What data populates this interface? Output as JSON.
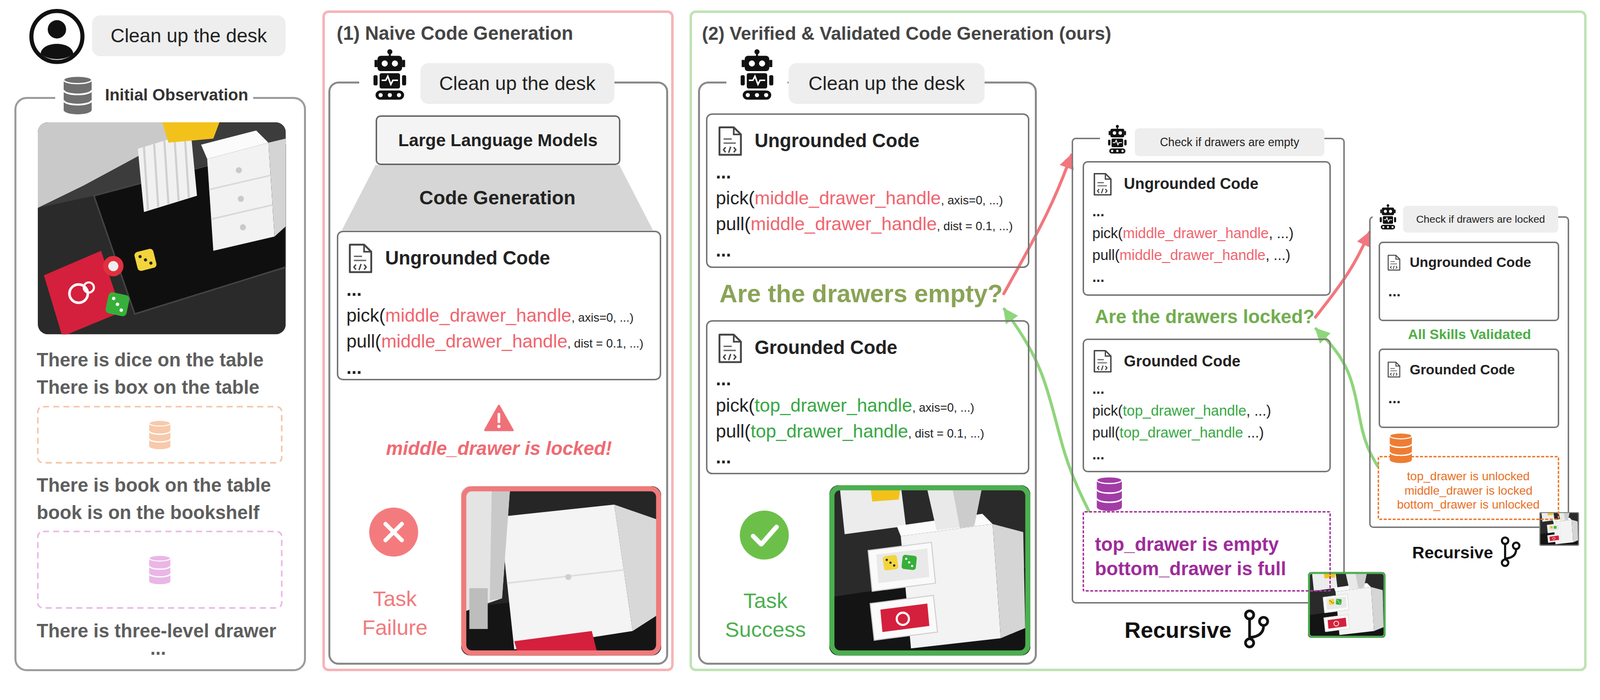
{
  "diagram": {
    "nodes": [
      {
        "text": [
          "Clean up the desk"
        ]
      },
      {
        "text": [
          "Initial Observation",
          "There is dice on the table",
          "There is box on the table",
          "There is book on the table",
          "book is on the bookshelf",
          "There is three-level drawer",
          "..."
        ]
      },
      {
        "text": [
          "(1) Naive Code Generation"
        ]
      },
      {
        "text": [
          "middle_drawer is locked!",
          "Task Failure"
        ],
        "in": 2
      },
      {
        "text": [
          "Clean up the desk"
        ],
        "in": 3
      },
      {
        "text": [
          "Large Language Models"
        ],
        "in": 3
      },
      {
        "text": [
          "Code Generation"
        ],
        "in": 3
      },
      {
        "text": [
          "Ungrounded Code",
          "...",
          "pick(",
          "middle_drawer_handle",
          ", axis=0, ...)",
          "pull(",
          "middle_drawer_handle",
          ", dist = 0.1, ...)",
          "..."
        ],
        "in": 3
      },
      {
        "text": [
          "(2) Verified & Validated Code Generation (ours)"
        ]
      },
      {
        "text": [
          "Task Success"
        ],
        "in": 8
      },
      {
        "text": [
          "Clean up the desk"
        ],
        "in": 9
      },
      {
        "text": [
          "Ungrounded Code",
          "...",
          "pick(",
          "middle_drawer_handle",
          ", axis=0, ...)",
          "pull(",
          "middle_drawer_handle",
          ", dist = 0.1, ...)",
          "..."
        ],
        "in": 9
      },
      {
        "text": [
          "Are the drawers empty?"
        ],
        "in": 9
      },
      {
        "text": [
          "Grounded Code",
          "...",
          "pick(",
          "top_drawer_handle",
          ", axis=0, ...)",
          "pull(",
          "top_drawer_handle",
          ", dist = 0.1, ...)",
          "..."
        ],
        "in": 9
      },
      {
        "text": [
          "Recursive"
        ],
        "in": 8
      },
      {
        "text": [
          "Check if drawers are empty"
        ],
        "in": 14
      },
      {
        "text": [
          "Ungrounded Code",
          "...",
          "pick(",
          "middle_drawer_handle",
          ", ...)",
          "pull(",
          "middle_drawer_handle",
          ", ...)",
          "..."
        ],
        "in": 14
      },
      {
        "text": [
          "Are the drawers locked?"
        ],
        "in": 14
      },
      {
        "text": [
          "Grounded Code",
          "...",
          "pick(",
          "top_drawer_handle",
          ", ...)",
          "pull(",
          "top_drawer_handle",
          " ...)",
          "..."
        ],
        "in": 14
      },
      {
        "text": [
          "top_drawer is empty",
          "bottom_drawer is full"
        ],
        "in": 14
      },
      {
        "text": [
          "All Skills Validated",
          "Recursive"
        ],
        "in": 8
      },
      {
        "text": [
          "Check if drawers are locked"
        ],
        "in": 20
      },
      {
        "text": [
          "Ungrounded Code",
          "..."
        ],
        "in": 20
      },
      {
        "text": [
          "Grounded Code",
          "..."
        ],
        "in": 20
      },
      {
        "text": [
          "top_drawer is unlocked",
          "middle_drawer is locked",
          "bottom_drawer is unlocked"
        ],
        "in": 20
      }
    ],
    "edges": [
      {
        "from": 12,
        "to": 14,
        "arrow": "to"
      },
      {
        "from": 19,
        "to": 12,
        "arrow": "to"
      },
      {
        "from": 17,
        "to": 20,
        "arrow": "to"
      },
      {
        "from": 24,
        "to": 17,
        "arrow": "to"
      }
    ]
  }
}
